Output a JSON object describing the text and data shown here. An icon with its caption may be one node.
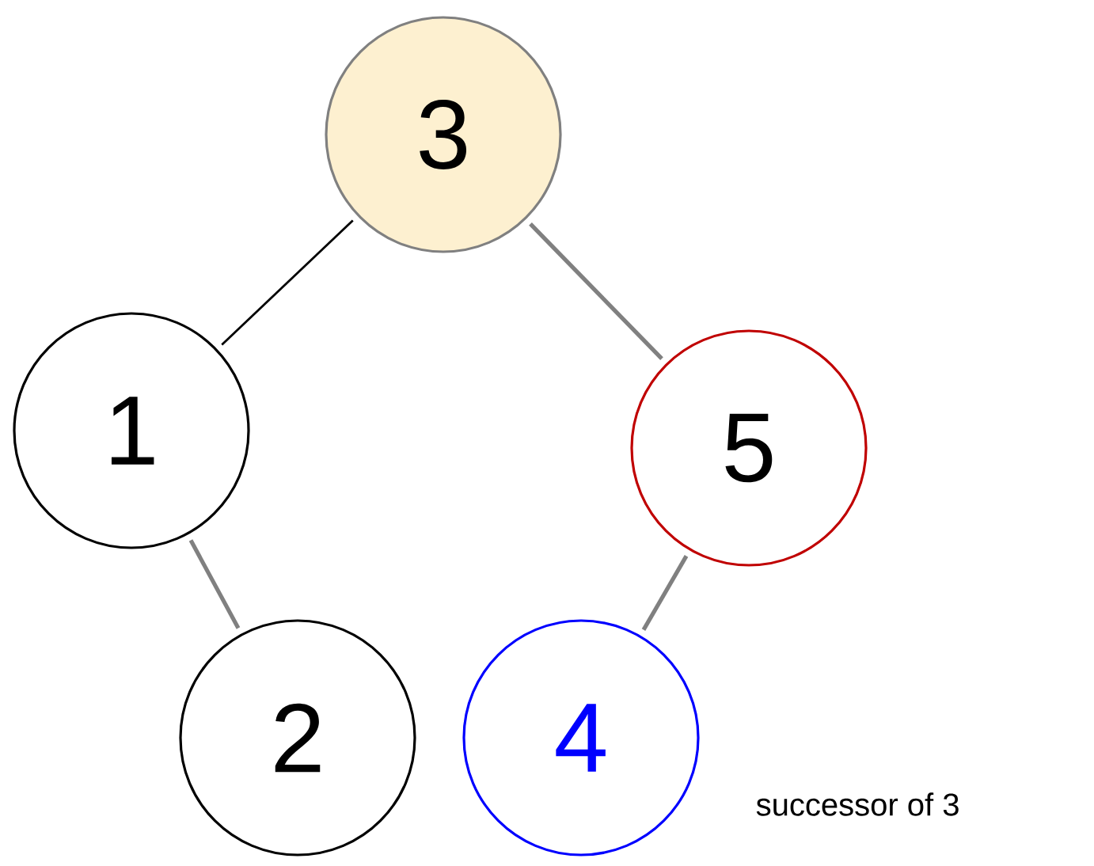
{
  "diagram": {
    "nodes": [
      {
        "text": [
          "3"
        ]
      },
      {
        "text": [
          "1"
        ]
      },
      {
        "text": [
          "5"
        ]
      },
      {
        "text": [
          "2"
        ]
      },
      {
        "text": [
          "4"
        ],
        "beside": [
          "successor of 3"
        ]
      }
    ],
    "edges": [
      {
        "from": 0,
        "to": 1,
        "arrow": "none",
        "color": "#000000"
      },
      {
        "from": 0,
        "to": 2,
        "arrow": "none"
      },
      {
        "from": 1,
        "to": 3,
        "arrow": "none"
      },
      {
        "from": 2,
        "to": 4,
        "arrow": "none"
      }
    ]
  }
}
